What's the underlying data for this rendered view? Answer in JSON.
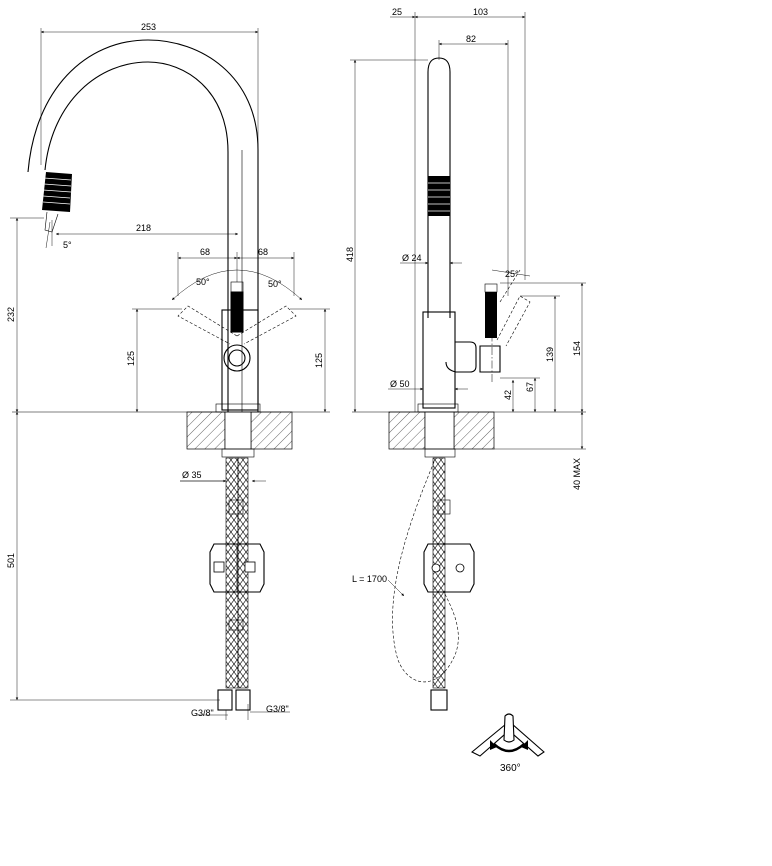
{
  "front_view": {
    "dims": {
      "spout_reach": "253",
      "spout_offset": "218",
      "nozzle_angle": "5°",
      "lever_half_left": "68",
      "lever_half_right": "68",
      "lever_angle_left": "50°",
      "lever_angle_right": "50°",
      "height_total": "232",
      "handle_height_left": "125",
      "handle_height_right": "125",
      "shank_diameter": "Ø 35",
      "hose_length": "501",
      "thread_left": "G3/8\"",
      "thread_right": "G3/8\""
    }
  },
  "side_view": {
    "dims": {
      "top_offset": "25",
      "top_width": "103",
      "spout_width": "82",
      "total_height": "418",
      "spout_diameter": "Ø 24",
      "lever_tilt": "25°",
      "body_diameter": "Ø 50",
      "lever_height": "154",
      "lever_axis_height": "139",
      "outlet_height": "67",
      "base_height": "42",
      "max_thickness": "40 MAX",
      "hose_length": "L = 1700"
    }
  },
  "rotation": {
    "label": "360°"
  }
}
